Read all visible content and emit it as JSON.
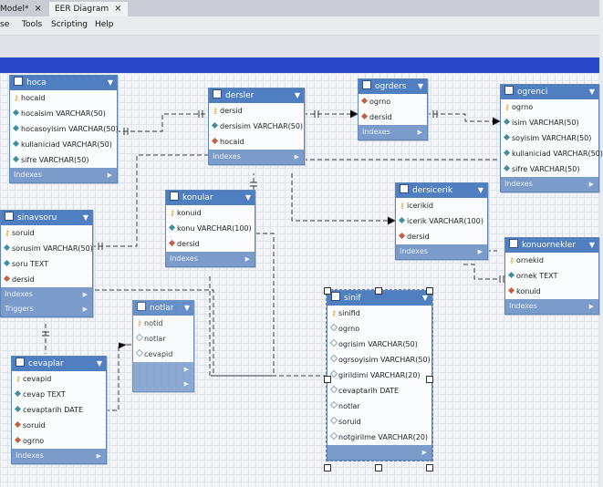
{
  "tabs": [
    {
      "label": "Model*",
      "close": "×"
    },
    {
      "label": "EER Diagram",
      "close": "×"
    }
  ],
  "menu": [
    "se",
    "Tools",
    "Scripting",
    "Help"
  ],
  "tables": {
    "hoca": {
      "name": "hoca",
      "columns": [
        {
          "key": true,
          "text": "hocaid"
        },
        {
          "text": "hocaisim VARCHAR(50)"
        },
        {
          "text": "hocasoyisim VARCHAR(50)"
        },
        {
          "text": "kullaniciad VARCHAR(50)"
        },
        {
          "text": "sifre VARCHAR(50)"
        }
      ],
      "sections": [
        "Indexes"
      ]
    },
    "dersler": {
      "name": "dersler",
      "columns": [
        {
          "key": true,
          "text": "dersid"
        },
        {
          "text": "dersisim VARCHAR(50)"
        },
        {
          "red": true,
          "text": "hocaid"
        }
      ],
      "sections": [
        "Indexes"
      ]
    },
    "ogrders": {
      "name": "ogrders",
      "columns": [
        {
          "red": true,
          "text": "ogrno"
        },
        {
          "red": true,
          "text": "dersid"
        }
      ],
      "sections": [
        "Indexes"
      ]
    },
    "ogrenci": {
      "name": "ogrenci",
      "columns": [
        {
          "key": true,
          "text": "ogrno"
        },
        {
          "text": "isim VARCHAR(50)"
        },
        {
          "text": "soyisim VARCHAR(50)"
        },
        {
          "text": "kullaniciad VARCHAR(50)"
        },
        {
          "text": "sifre VARCHAR(50)"
        }
      ],
      "sections": [
        "Indexes"
      ]
    },
    "konular": {
      "name": "konular",
      "columns": [
        {
          "key": true,
          "text": "konuid"
        },
        {
          "text": "konu VARCHAR(100)"
        },
        {
          "red": true,
          "text": "dersid"
        }
      ],
      "sections": [
        "Indexes"
      ]
    },
    "dersicerik": {
      "name": "dersicerik",
      "columns": [
        {
          "key": true,
          "text": "icerikid"
        },
        {
          "text": "icerik VARCHAR(100)"
        },
        {
          "red": true,
          "text": "dersid"
        }
      ],
      "sections": [
        "Indexes"
      ]
    },
    "sinavsoru": {
      "name": "sinavsoru",
      "columns": [
        {
          "key": true,
          "text": "soruid"
        },
        {
          "text": "sorusim VARCHAR(50)"
        },
        {
          "text": "soru TEXT"
        },
        {
          "red": true,
          "text": "dersid"
        }
      ],
      "sections": [
        "Indexes",
        "Triggers"
      ]
    },
    "konuornekler": {
      "name": "konuornekler",
      "columns": [
        {
          "key": true,
          "text": "ornekid"
        },
        {
          "text": "ornek TEXT"
        },
        {
          "red": true,
          "text": "konuid"
        }
      ],
      "sections": [
        "Indexes"
      ]
    },
    "notlar": {
      "name": "notlar",
      "columns": [
        {
          "key": true,
          "text": "notid"
        },
        {
          "text": "notlar"
        },
        {
          "red": true,
          "text": "cevapid"
        }
      ],
      "sections": [
        "",
        ""
      ]
    },
    "sinif": {
      "name": "sinif",
      "columns": [
        {
          "key": true,
          "text": "sinifid"
        },
        {
          "hollow": true,
          "text": "ogrno"
        },
        {
          "hollow": true,
          "text": "ogrisim VARCHAR(50)"
        },
        {
          "hollow": true,
          "text": "ogrsoyisim VARCHAR(50)"
        },
        {
          "hollow": true,
          "text": "girildimi VARCHAR(20)"
        },
        {
          "hollow": true,
          "text": "cevaptarih DATE"
        },
        {
          "hollow": true,
          "text": "notlar"
        },
        {
          "hollow": true,
          "text": "soruid"
        },
        {
          "hollow": true,
          "text": "notgirilme VARCHAR(20)"
        }
      ],
      "sections": [
        ""
      ]
    },
    "cevaplar": {
      "name": "cevaplar",
      "columns": [
        {
          "key": true,
          "text": "cevapid"
        },
        {
          "text": "cevap TEXT"
        },
        {
          "text": "cevaptarih DATE"
        },
        {
          "red": true,
          "text": "soruid"
        },
        {
          "red": true,
          "text": "ogrno"
        }
      ],
      "sections": [
        "Indexes"
      ]
    }
  },
  "colors": {
    "header": "#4f7fc0",
    "section": "#7b9ccb",
    "ribbon": "#2a49c8"
  }
}
